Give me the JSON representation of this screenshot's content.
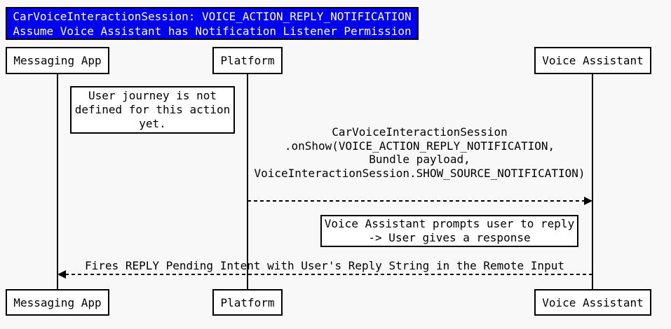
{
  "diagram_type": "sequence-diagram",
  "title": {
    "line1": "CarVoiceInteractionSession: VOICE_ACTION_REPLY_NOTIFICATION",
    "line2": "Assume Voice Assistant has Notification Listener Permission"
  },
  "actors": [
    {
      "name": "Messaging App"
    },
    {
      "name": "Platform"
    },
    {
      "name": "Voice Assistant"
    }
  ],
  "notes": [
    {
      "over": "Messaging App / Platform",
      "lines": [
        "User journey is not",
        "defined for this action",
        "yet."
      ]
    },
    {
      "over": "Platform / Voice Assistant",
      "lines": [
        "Voice Assistant prompts user to reply",
        "-> User gives a response"
      ]
    }
  ],
  "messages": [
    {
      "from": "Platform",
      "to": "Voice Assistant",
      "style": "dashed-arrow",
      "lines": [
        "CarVoiceInteractionSession",
        ".onShow(VOICE_ACTION_REPLY_NOTIFICATION,",
        "Bundle payload,",
        "VoiceInteractionSession.SHOW_SOURCE_NOTIFICATION)"
      ]
    },
    {
      "from": "Voice Assistant",
      "to": "Messaging App",
      "style": "dashed-arrow",
      "lines": [
        "Fires REPLY Pending Intent with User's Reply String in the Remote Input"
      ]
    }
  ],
  "colors": {
    "background": "#f8f8f8",
    "box_fill": "#ffffff",
    "border": "#000000",
    "title_fill": "#0100ee",
    "title_text": "#ffffff",
    "text": "#000000"
  }
}
